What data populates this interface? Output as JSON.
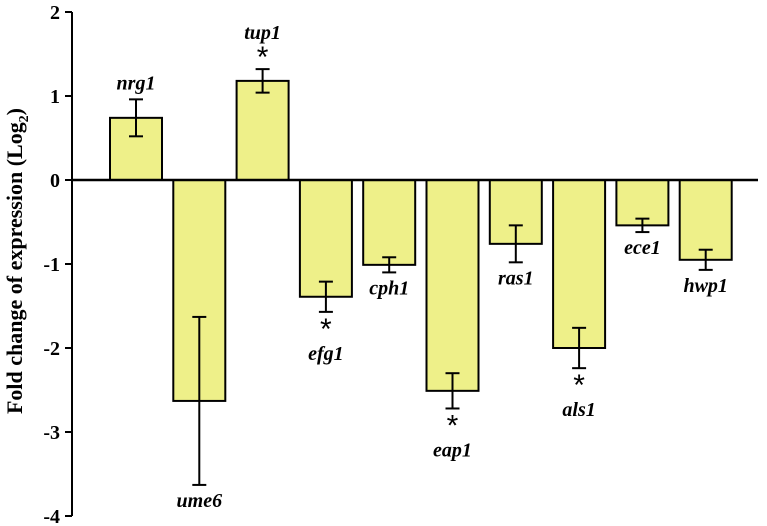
{
  "chart_data": {
    "type": "bar",
    "title": "",
    "xlabel": "",
    "ylabel": {
      "main": "Fold change of expression (Log",
      "subscript": "2",
      "close": ")"
    },
    "ylim": [
      -4,
      2
    ],
    "yticks": [
      "2",
      "1",
      "0",
      "-1",
      "-2",
      "-3",
      "-4"
    ],
    "grid": false,
    "legend": "none",
    "bar_color": "#eef089",
    "bar_edge_color": "#000000",
    "categories": [
      "nrg1",
      "ume6",
      "tup1",
      "efg1",
      "cph1",
      "eap1",
      "ras1",
      "als1",
      "ece1",
      "hwp1"
    ],
    "values": [
      0.74,
      -2.63,
      1.18,
      -1.39,
      -1.01,
      -2.51,
      -0.76,
      -2.0,
      -0.54,
      -0.95
    ],
    "errors": [
      0.22,
      1.0,
      0.14,
      0.18,
      0.09,
      0.21,
      0.22,
      0.24,
      0.08,
      0.12
    ],
    "significant": [
      false,
      false,
      true,
      true,
      false,
      true,
      false,
      true,
      false,
      false
    ],
    "significance_marker": "*"
  }
}
